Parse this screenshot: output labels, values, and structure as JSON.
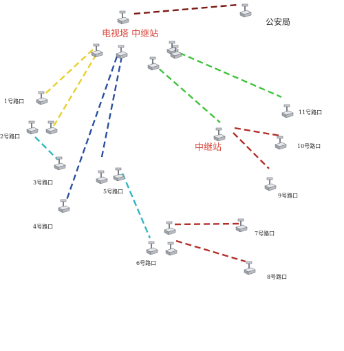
{
  "colors": {
    "darkred": "#7a1a14",
    "red": "#b2302a",
    "yellow": "#e8cf2c",
    "blue": "#2a4fa0",
    "cyan": "#2fb5c2",
    "green": "#3ec33a",
    "label": "#222222",
    "relay_label": "#d8463c"
  },
  "labels": {
    "police": "公安局",
    "tv_tower_relay": "电视塔 中继站",
    "relay": "中继站",
    "r1": "1号路口",
    "r2": "2号路口",
    "r3": "3号路口",
    "r4": "4号路口",
    "r5": "5号路口",
    "r6": "6号路口",
    "r7": "7号路口",
    "r8": "8号路口",
    "r9": "9号路口",
    "r10": "10号路口",
    "r11": "11号路口"
  },
  "devices": [
    "police",
    "tower_a",
    "tower_b",
    "tower_c",
    "relay_a",
    "relay_b",
    "relay_c",
    "r1",
    "r2a",
    "r2b",
    "r3",
    "r4",
    "r5a",
    "r5b",
    "r6a",
    "r6b",
    "r6c",
    "r7",
    "r8",
    "r9",
    "r10",
    "r11"
  ],
  "links": [
    {
      "id": "police-tower",
      "color": "darkred"
    },
    {
      "id": "tower-r1",
      "color": "yellow"
    },
    {
      "id": "tower-r2",
      "color": "yellow"
    },
    {
      "id": "tower-r5",
      "color": "blue"
    },
    {
      "id": "tower-r4",
      "color": "blue"
    },
    {
      "id": "r2-r3",
      "color": "cyan"
    },
    {
      "id": "r5-r6",
      "color": "cyan"
    },
    {
      "id": "tower-r11",
      "color": "green"
    },
    {
      "id": "tower-relay",
      "color": "green"
    },
    {
      "id": "relay-r10",
      "color": "red"
    },
    {
      "id": "relay-r9",
      "color": "red"
    },
    {
      "id": "r6-r7",
      "color": "red"
    },
    {
      "id": "r6-r8",
      "color": "red"
    }
  ]
}
